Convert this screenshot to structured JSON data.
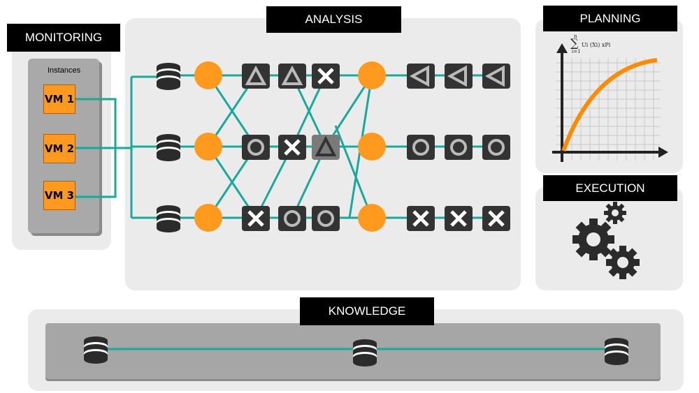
{
  "labels": {
    "monitoring": "MONITORING",
    "analysis": "ANALYSIS",
    "planning": "PLANNING",
    "execution": "EXECUTION",
    "knowledge": "KNOWLEDGE"
  },
  "monitoring": {
    "instances_title": "Instances",
    "vms": [
      "VM 1",
      "VM 2",
      "VM 3"
    ]
  },
  "planning": {
    "formula": "Ui (Xi) xPi",
    "sum_top": "n",
    "sum_bottom": "i=1"
  },
  "colors": {
    "accent_orange": "#ff9a1f",
    "link_teal": "#17a99a",
    "tile_dark": "#333333",
    "panel_gray": "#ebebeb",
    "knowledge_bar": "#a6a6a6"
  },
  "analysis_rows": [
    {
      "left": [
        "triangle",
        "triangle",
        "cross"
      ],
      "right": [
        "tri-left",
        "tri-left",
        "tri-left"
      ]
    },
    {
      "left": [
        "circle",
        "cross",
        "triangle-light"
      ],
      "right": [
        "circle",
        "circle",
        "circle"
      ]
    },
    {
      "left": [
        "cross",
        "circle",
        "circle"
      ],
      "right": [
        "cross",
        "cross",
        "cross"
      ]
    }
  ]
}
